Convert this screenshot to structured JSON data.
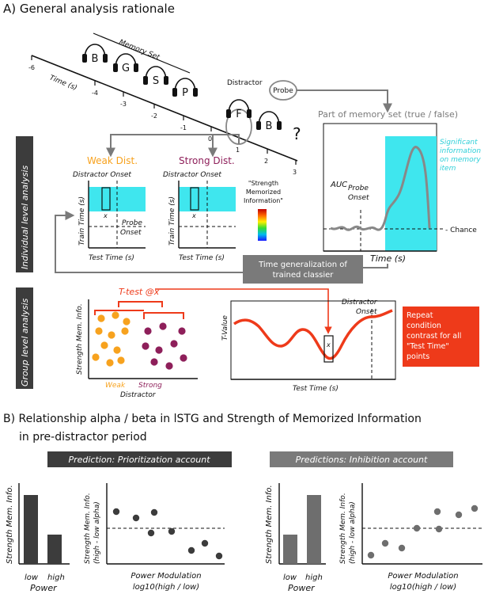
{
  "colors": {
    "orange": "#F7A21E",
    "purple": "#8E1F5A",
    "cyan": "#3FE6EE",
    "red": "#EE3A1A",
    "gray": "#7A7A7A",
    "dark": "#3C3C3C",
    "black": "#111111",
    "label_cyan": "#2DCFD8"
  },
  "section_a": {
    "title": "A) General analysis rationale",
    "memory_set_label": "Memory Set",
    "time_label": "Time (s)",
    "distractor_label": "Distractor",
    "probe_label": "Probe",
    "letters": [
      "B",
      "G",
      "S",
      "P"
    ],
    "distractor_letter": "F",
    "probe_letter": "B",
    "question_mark": "?",
    "ticks": [
      "-6",
      "-4",
      "-3",
      "-2",
      "-1",
      "0",
      "1",
      "2",
      "3"
    ],
    "side_label_individual": "Individual level analysis",
    "side_label_group": "Group level analysis",
    "weak_dist": "Weak Dist.",
    "strong_dist": "Strong Dist.",
    "distractor_onset": "Distractor Onset",
    "train_time": "Train Time (s)",
    "test_time": "Test Time (s)",
    "probe_onset": "Probe\nOnset",
    "x_marker": "x",
    "strength_legend": "\"Strength\nMemorized\nInformation\"",
    "part_of_memory_set": "Part of memory set (true / false)",
    "auc_label": "AUC",
    "auc_probe_onset": "Probe\nOnset",
    "chance_label": "Chance",
    "auc_time": "Time (s)",
    "significant_text": "Significant\ninformation\non memory\nitem",
    "time_gen_box": "Time generalization of\ntrained classier",
    "ttest_label": "T-test @x",
    "strength_mem_info": "Strength Mem. Info.",
    "weak": "Weak",
    "strong": "Strong",
    "distractor_xlabel": "Distractor",
    "tvalue_label": "T-Value",
    "group_test_time": "Test Time (s)",
    "group_distractor_onset": "Distractor\nOnset",
    "repeat_box": "Repeat\ncondition\ncontrast for all\n\"Test Time\"\npoints"
  },
  "section_b": {
    "title_line1": "B) Relationship alpha / beta in lSTG and Strength of Memorized Information",
    "title_line2": "in pre-distractor period",
    "prioritization_header": "Prediction: Prioritization account",
    "inhibition_header": "Predictions: Inhibition account",
    "bar_ylabel": "Strength Mem. Info.",
    "bar_low": "low",
    "bar_high": "high",
    "bar_xlabel": "Power",
    "scatter_ylabel_1": "Strength Mem. Info.",
    "scatter_ylabel_2": "(high - low alpha)",
    "scatter_xlabel_1": "Power Modulation",
    "scatter_xlabel_2": "log10(high / low)"
  }
}
